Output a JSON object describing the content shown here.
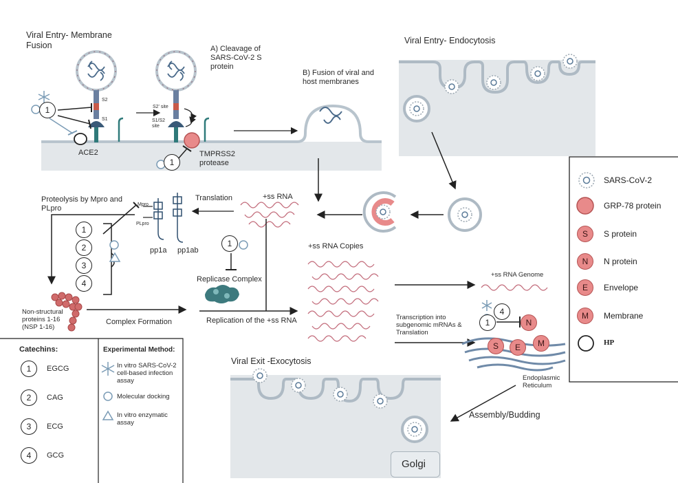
{
  "membrane_fusion": {
    "title": "Viral Entry- Membrane Fusion",
    "step_a": "A) Cleavage of SARS-CoV-2 S protein",
    "step_b": "B) Fusion of viral and host membranes",
    "ace2": "ACE2",
    "tmprss2": "TMPRSS2 protease",
    "s2_label": "S2",
    "s1_label": "S1",
    "s2_site": "S2' site",
    "s1s2_site": "S1/S2 site"
  },
  "endocytosis": {
    "title": "Viral Entry- Endocytosis"
  },
  "replication": {
    "proteolysis": "Proteolysis by Mpro and PLpro",
    "translation": "Translation",
    "ss_rna": "+ss RNA",
    "mpro": "Mpro",
    "plpro": "PLpro",
    "pp1a": "pp1a",
    "pp1ab": "pp1ab",
    "replicase": "Replicase Complex",
    "copies": "+ss RNA Copies",
    "genome": "+ss RNA Genome",
    "nsp": "Non-structural proteins 1-16 (NSP 1-16)",
    "complex_formation": "Complex Formation",
    "replication": "Replication of the +ss RNA",
    "transcription": "Transcription into subgenomic mRNAs & Translation",
    "er": "Endoplasmic Reticulum"
  },
  "exit": {
    "title": "Viral Exit -Exocytosis",
    "assembly": "Assembly/Budding",
    "golgi": "Golgi"
  },
  "markers": {
    "n1": "1",
    "n2": "2",
    "n3": "3",
    "n4": "4",
    "s": "S",
    "e": "E",
    "m": "M",
    "n": "N"
  },
  "catechins": {
    "title": "Catechins:",
    "items": [
      {
        "num": "1",
        "name": "EGCG"
      },
      {
        "num": "2",
        "name": "CAG"
      },
      {
        "num": "3",
        "name": "ECG"
      },
      {
        "num": "4",
        "name": "GCG"
      }
    ]
  },
  "methods": {
    "title": "Experimental Method:",
    "items": [
      {
        "icon": "asterisk-icon",
        "label": "In vitro SARS-CoV-2 cell-based infection assay"
      },
      {
        "icon": "circle-icon",
        "label": "Molecular docking"
      },
      {
        "icon": "triangle-icon",
        "label": "In vitro enzymatic assay"
      }
    ]
  },
  "legend": {
    "items": [
      {
        "icon": "virion-icon",
        "label": "SARS-CoV-2"
      },
      {
        "icon": "pink-circle-icon",
        "label": "GRP-78 protein"
      },
      {
        "icon": "s-icon",
        "letter": "S",
        "label": "S protein"
      },
      {
        "icon": "n-icon",
        "letter": "N",
        "label": "N protein"
      },
      {
        "icon": "e-icon",
        "letter": "E",
        "label": "Envelope"
      },
      {
        "icon": "m-icon",
        "letter": "M",
        "label": "Membrane"
      },
      {
        "icon": "open-circle-icon",
        "label": "HP"
      }
    ]
  },
  "colors": {
    "membrane": "#b8c4cd",
    "cell_fill": "#e3e7ea",
    "pink": "#e88a8a",
    "rna": "#c26b7a",
    "inhibitor": "#7a9bb5"
  }
}
